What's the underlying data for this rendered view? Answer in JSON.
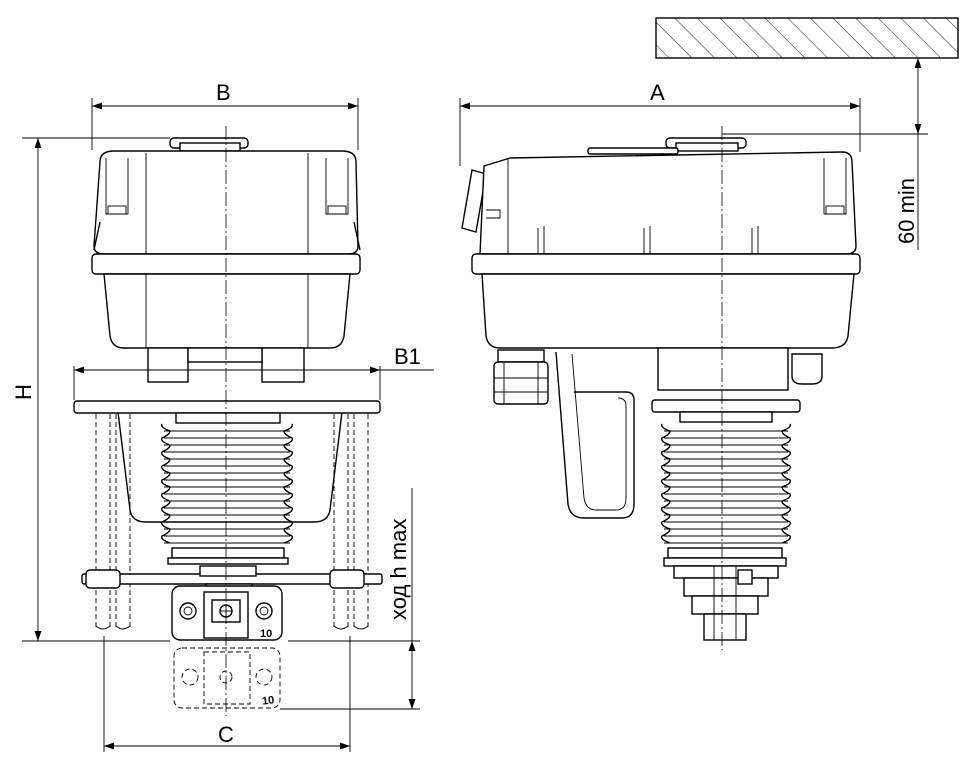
{
  "dimensions": {
    "b": "B",
    "a": "A",
    "b1": "B1",
    "h": "H",
    "c": "C",
    "stroke": "ход h max",
    "clearance": "60 min"
  },
  "marks": {
    "lever_number": "10",
    "lever_number_ghost": "10"
  },
  "colors": {
    "line": "#000000",
    "background": "#ffffff"
  }
}
